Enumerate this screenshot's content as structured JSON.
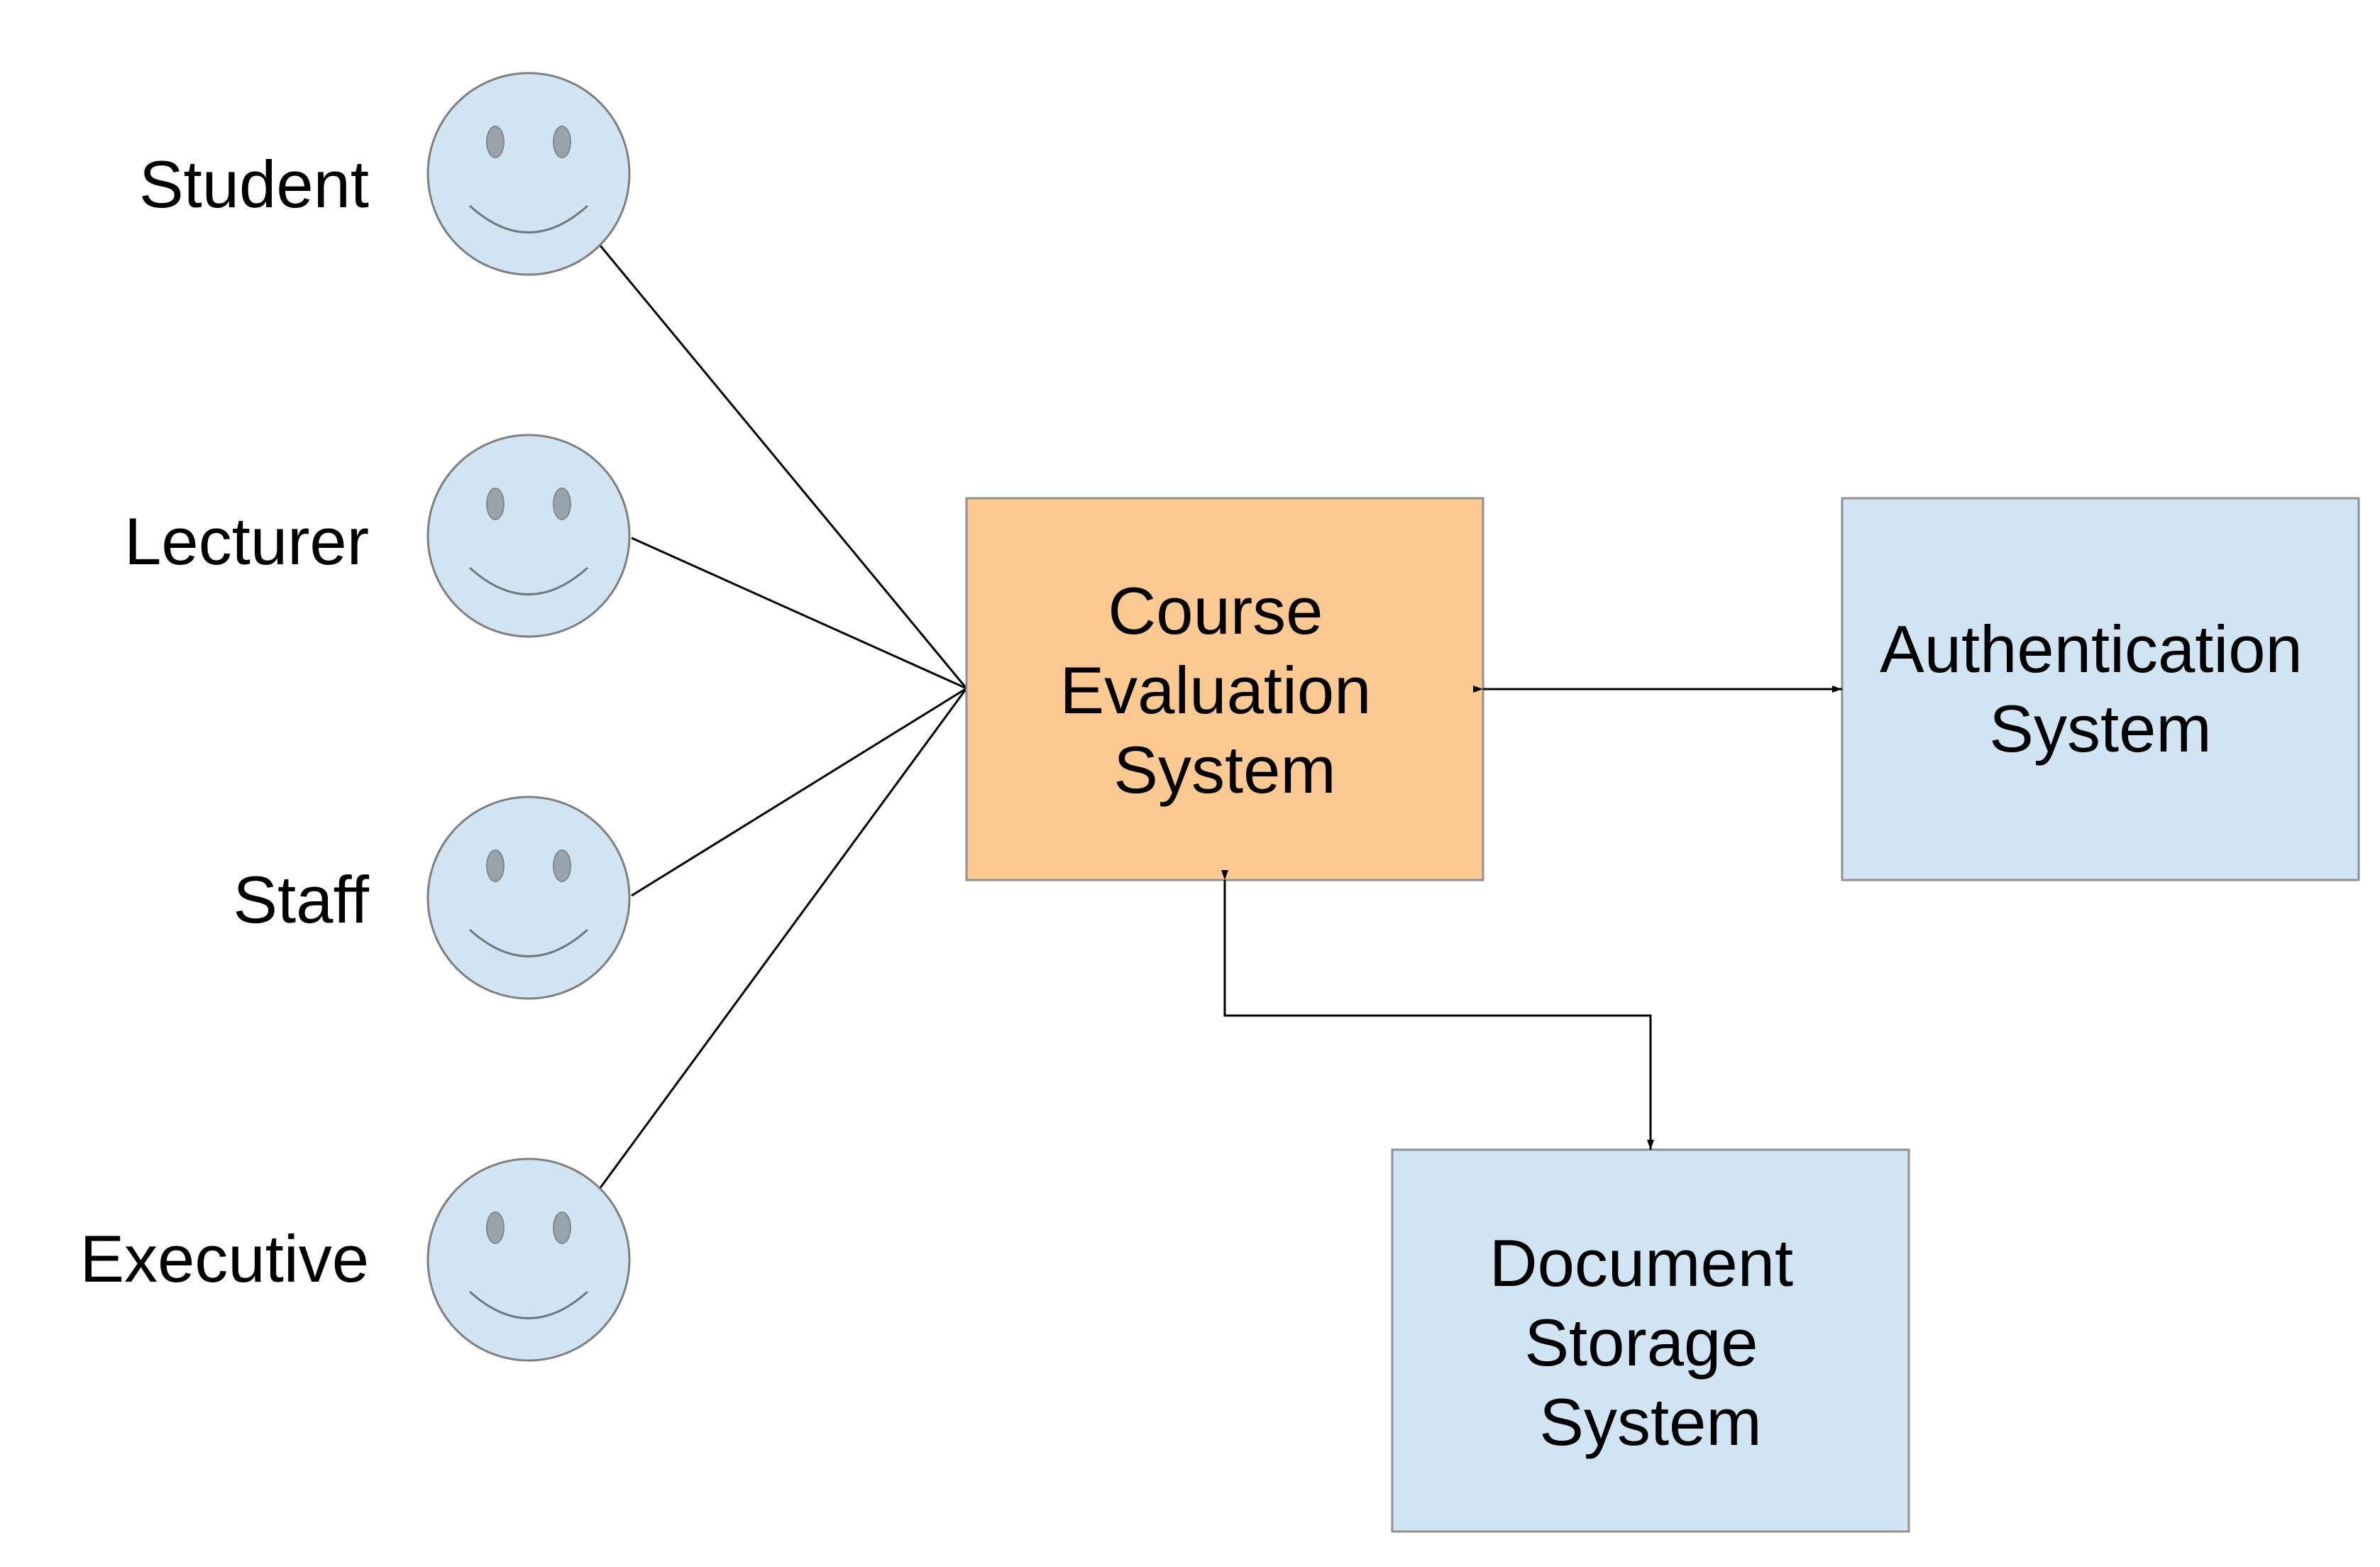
{
  "diagram": {
    "actors": [
      {
        "id": "student",
        "label": "Student"
      },
      {
        "id": "lecturer",
        "label": "Lecturer"
      },
      {
        "id": "staff",
        "label": "Staff"
      },
      {
        "id": "executive",
        "label": "Executive"
      }
    ],
    "systems": {
      "course_evaluation": {
        "lines": [
          "Course",
          "Evaluation",
          "System"
        ],
        "color": "#fcc992"
      },
      "authentication": {
        "lines": [
          "Authentication",
          "System"
        ],
        "color": "#d0e4f3"
      },
      "document_storage": {
        "lines": [
          "Document",
          "Storage",
          "System"
        ],
        "color": "#d0e4f3"
      }
    },
    "colors": {
      "actor_face": "#d0e4f3",
      "line": "#000000",
      "border": "#8f8f8f"
    }
  }
}
